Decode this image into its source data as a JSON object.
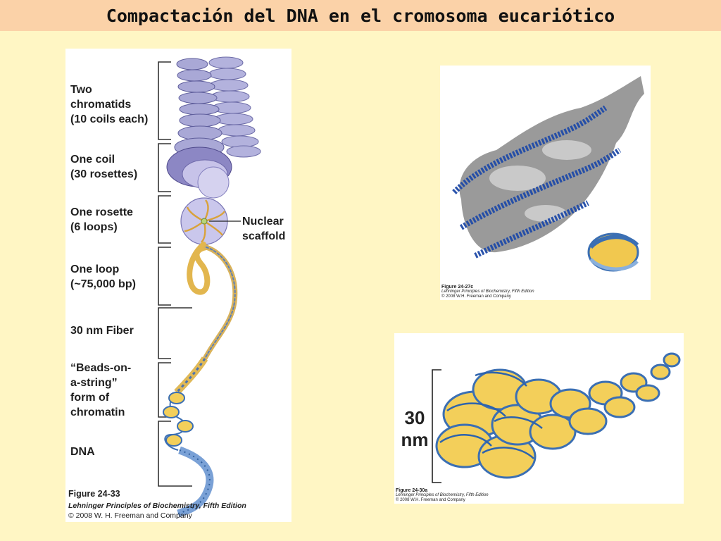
{
  "title": "Compactación del DNA en el cromosoma eucariótico",
  "left_figure": {
    "labels": [
      "Two",
      "chromatids",
      "(10 coils each)",
      "One coil",
      "(30 rosettes)",
      "One rosette",
      "(6 loops)",
      "One loop",
      "(~75,000 bp)",
      "30 nm Fiber",
      "“Beads-on-",
      "a-string”",
      "form of",
      "chromatin",
      "DNA"
    ],
    "callout": [
      "Nuclear",
      "scaffold"
    ],
    "caption": {
      "figure": "Figure 24-33",
      "book": "Lehninger Principles of Biochemistry, Fifth Edition",
      "copyright": "© 2008 W. H. Freeman and Company"
    }
  },
  "top_right_figure": {
    "caption": {
      "figure": "Figure 24-27c",
      "book": "Lehninger Principles of Biochemistry, Fifth Edition",
      "copyright": "© 2008 W.H. Freeman and Company"
    }
  },
  "bottom_right_figure": {
    "scale_label": [
      "30",
      "nm"
    ],
    "caption": {
      "figure": "Figure 24-30a",
      "book": "Lehninger Principles of Biochemistry, Fifth Edition",
      "copyright": "© 2008 W.H. Freeman and Company"
    }
  },
  "colors": {
    "background": "#fff6c4",
    "title_bar": "#fbd2a8",
    "chromatid": "#a9a8d6",
    "dna_blue": "#3b6fb3",
    "nucleosome_yellow": "#f3cf5a",
    "protein_gray": "#9a9a9a"
  }
}
